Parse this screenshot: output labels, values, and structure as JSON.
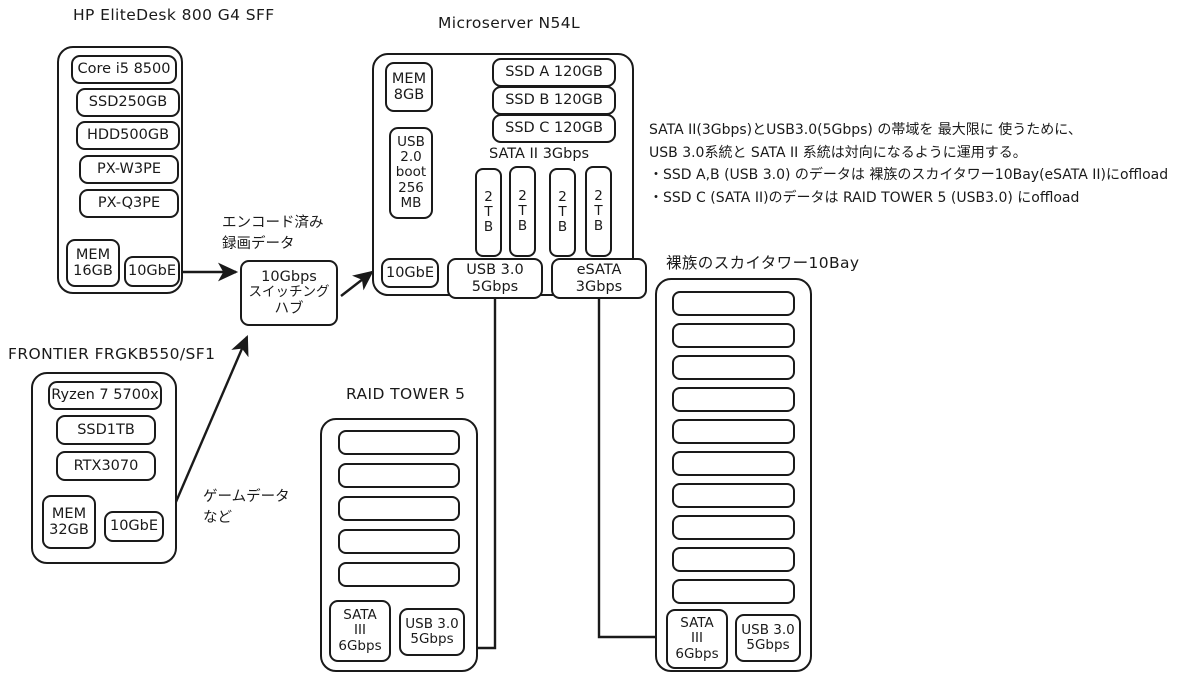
{
  "diagram": {
    "title": "Home lab storage / network topology",
    "background": "#ffffff",
    "ink": "#1a1a1a"
  },
  "systems": {
    "elitedesk": {
      "title": "HP EliteDesk 800 G4 SFF",
      "parts": [
        {
          "label": "Core i5 8500"
        },
        {
          "label": "SSD250GB"
        },
        {
          "label": "HDD500GB"
        },
        {
          "label": "PX-W3PE"
        },
        {
          "label": "PX-Q3PE"
        }
      ],
      "mem": "MEM\n16GB",
      "mem_line1": "MEM",
      "mem_line2": "16GB",
      "nic": "10GbE"
    },
    "frontier": {
      "title": "FRONTIER FRGKB550/SF1",
      "parts": [
        {
          "label": "Ryzen 7 5700x"
        },
        {
          "label": "SSD1TB"
        },
        {
          "label": "RTX3070"
        }
      ],
      "mem_line1": "MEM",
      "mem_line2": "32GB",
      "nic": "10GbE"
    },
    "hub": {
      "line1": "10Gbps",
      "line2": "スイッチング",
      "line3": "ハブ"
    },
    "microserver": {
      "title": "Microserver N54L",
      "mem_line1": "MEM",
      "mem_line2": "8GB",
      "usb_boot": [
        "USB",
        "2.0",
        "boot",
        "256",
        "MB"
      ],
      "nic": "10GbE",
      "ssds": [
        {
          "label": "SSD A 120GB"
        },
        {
          "label": "SSD B 120GB"
        },
        {
          "label": "SSD C 120GB"
        }
      ],
      "bus_label": "SATA II 3Gbps",
      "drives": [
        {
          "line1": "2",
          "line2": "T",
          "line3": "B"
        },
        {
          "line1": "2",
          "line2": "T",
          "line3": "B"
        },
        {
          "line1": "2",
          "line2": "T",
          "line3": "B"
        },
        {
          "line1": "2",
          "line2": "T",
          "line3": "B"
        }
      ],
      "ports": [
        {
          "line1": "USB 3.0",
          "line2": "5Gbps"
        },
        {
          "line1": "eSATA",
          "line2": "3Gbps"
        }
      ]
    },
    "raid_tower": {
      "title": "RAID TOWER 5",
      "bay_count": 5,
      "ports": [
        {
          "line1": "SATA",
          "line2": "III",
          "line3": "6Gbps"
        },
        {
          "line1": "USB 3.0",
          "line2": "5Gbps"
        }
      ]
    },
    "sky_tower": {
      "title": "裸族のスカイタワー10Bay",
      "bay_count": 10,
      "ports": [
        {
          "line1": "SATA",
          "line2": "III",
          "line3": "6Gbps"
        },
        {
          "line1": "USB 3.0",
          "line2": "5Gbps"
        }
      ]
    }
  },
  "annotations": {
    "encoded_data": {
      "line1": "エンコード済み",
      "line2": "録画データ"
    },
    "game_data": {
      "line1": "ゲームデータ",
      "line2": "など"
    },
    "policy": {
      "line1": "SATA II(3Gbps)とUSB3.0(5Gbps) の帯域を 最大限に 使うために、",
      "line2": "USB 3.0系統と SATA II 系統は対向になるように運用する。",
      "line3": "・SSD A,B (USB 3.0) のデータは 裸族のスカイタワー10Bay(eSATA II)にoffload",
      "line4": "・SSD C (SATA II)のデータは RAID TOWER 5 (USB3.0) にoffload"
    }
  }
}
